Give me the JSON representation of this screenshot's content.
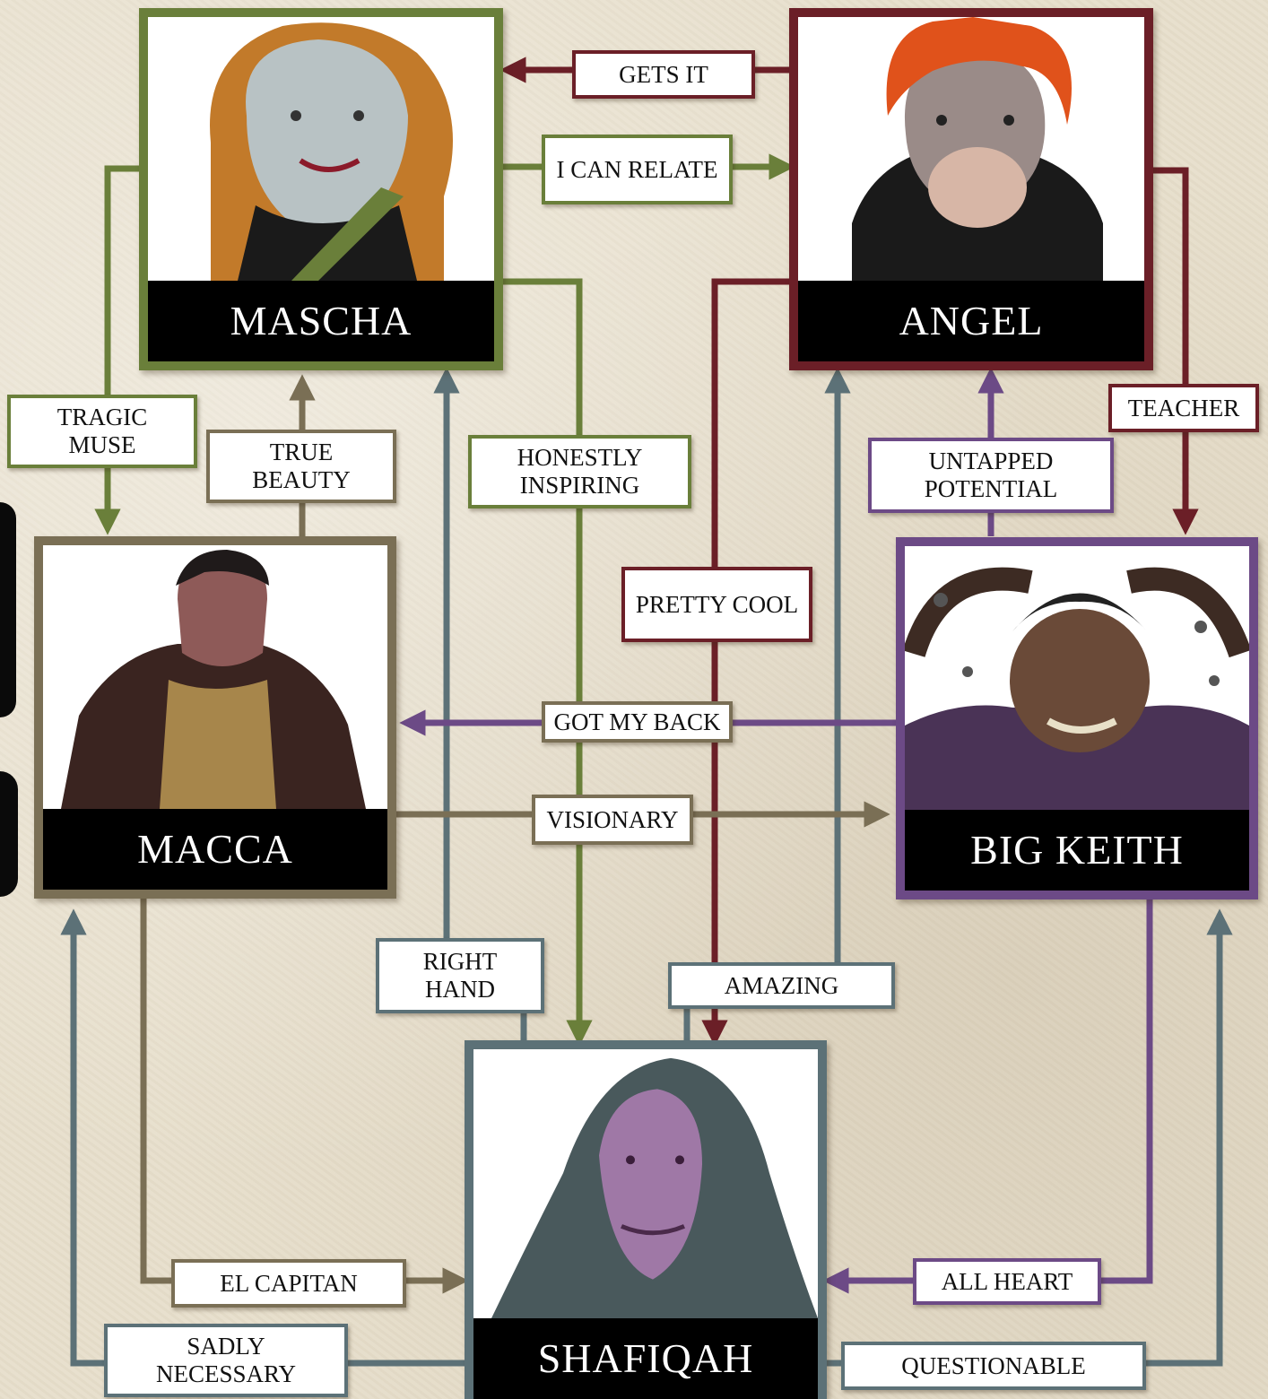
{
  "characters": {
    "mascha": "MASCHA",
    "angel": "ANGEL",
    "macca": "MACCA",
    "big_keith": "BIG KEITH",
    "shafiqah": "SHAFIQAH"
  },
  "relations": {
    "gets_it": "GETS IT",
    "i_can_relate": "I CAN RELATE",
    "tragic_muse": "TRAGIC\nMUSE",
    "true_beauty": "TRUE\nBEAUTY",
    "honestly_inspiring": "HONESTLY\nINSPIRING",
    "untapped_potential": "UNTAPPED\nPOTENTIAL",
    "teacher": "TEACHER",
    "pretty_cool": "PRETTY COOL",
    "got_my_back": "GOT MY BACK",
    "visionary": "VISIONARY",
    "right_hand": "RIGHT\nHAND",
    "amazing": "AMAZING",
    "el_capitan": "EL CAPITAN",
    "all_heart": "ALL HEART",
    "sadly_necessary": "SADLY\nNECESSARY",
    "questionable": "QUESTIONABLE"
  },
  "colors": {
    "mascha": "#6a7f3a",
    "angel": "#6b1f27",
    "macca": "#7a6f55",
    "big_keith": "#6c4a86",
    "shafiqah": "#5c7177"
  }
}
